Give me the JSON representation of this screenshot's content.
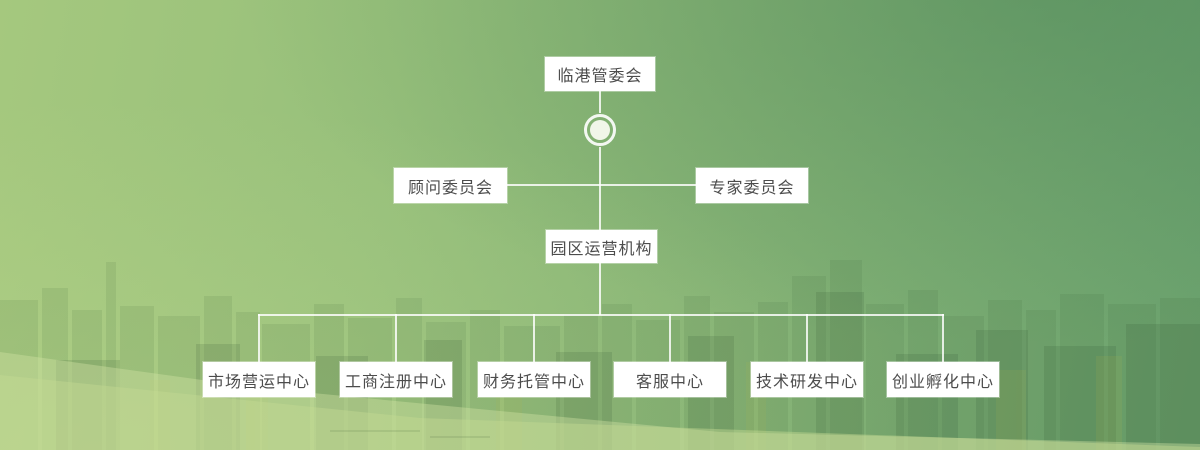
{
  "org_chart": {
    "root": {
      "label": "临港管委会"
    },
    "committees": [
      {
        "label": "顾问委员会"
      },
      {
        "label": "专家委员会"
      }
    ],
    "operator": {
      "label": "园区运营机构"
    },
    "departments": [
      {
        "label": "市场营运中心"
      },
      {
        "label": "工商注册中心"
      },
      {
        "label": "财务托管中心"
      },
      {
        "label": "客服中心"
      },
      {
        "label": "技术研发中心"
      },
      {
        "label": "创业孵化中心"
      }
    ]
  },
  "colors": {
    "box_background": "#ffffff",
    "box_text": "#4c4c4c",
    "connector_line": "#ffffff",
    "background_green_light": "#a5c87e",
    "background_green_dark": "#6ba26e"
  }
}
